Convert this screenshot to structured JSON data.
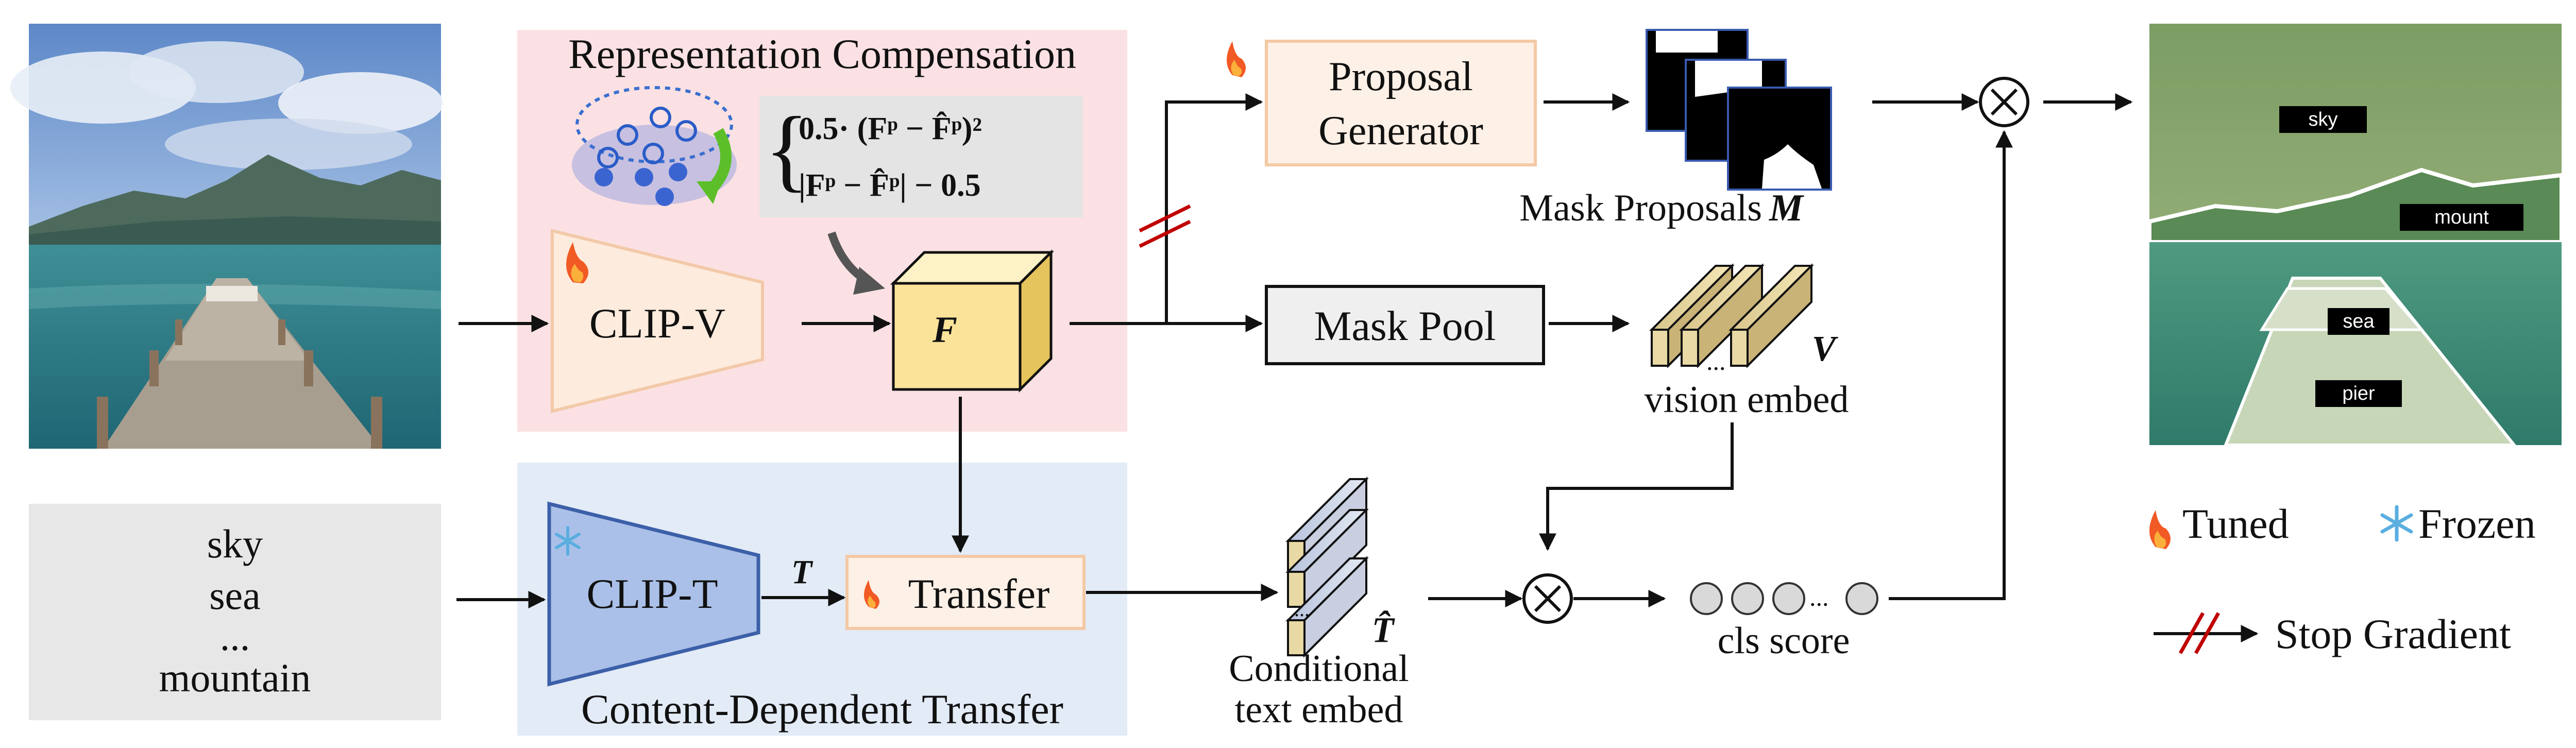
{
  "regions": {
    "representation_compensation": "Representation Compensation",
    "content_dependent_transfer": "Content-Dependent Transfer"
  },
  "modules": {
    "clip_v": "CLIP-V",
    "clip_t": "CLIP-T",
    "proposal_generator_line1": "Proposal",
    "proposal_generator_line2": "Generator",
    "mask_pool": "Mask Pool",
    "transfer": "Transfer",
    "feature_cube": "F"
  },
  "formula": {
    "line1": "0.5· (Fᵖ − F̂ᵖ)²",
    "line2": "|Fᵖ − F̂ᵖ| − 0.5"
  },
  "labels": {
    "mask_proposals": "Mask Proposals",
    "mask_symbol": "M",
    "vision_embed": "vision embed",
    "vision_symbol": "V",
    "text_symbol": "T",
    "cond_text_symbol": "T̂",
    "cond_text_line1": "Conditional",
    "cond_text_line2": "text embed",
    "cls_score": "cls score",
    "dots": "..."
  },
  "text_input": [
    "sky",
    "sea",
    "...",
    "mountain"
  ],
  "segmentation_labels": [
    "sky",
    "mount",
    "sea",
    "pier"
  ],
  "legend": {
    "tuned": "Tuned",
    "frozen": "Frozen",
    "stop_gradient": "Stop Gradient"
  },
  "colors": {
    "region_pink": "#fbe1e3",
    "region_blue": "#e2ebf6",
    "clip_v_fill": "#fdebdd",
    "clip_t_fill": "#aac0e8",
    "proposal_fill": "#fdf0e6",
    "transfer_fill": "#fdf0e6",
    "mask_pool_fill": "#efefef",
    "cube_fill": "#fbe39a",
    "text_box_fill": "#e7e7e7",
    "stop_gradient": "#c00000"
  }
}
